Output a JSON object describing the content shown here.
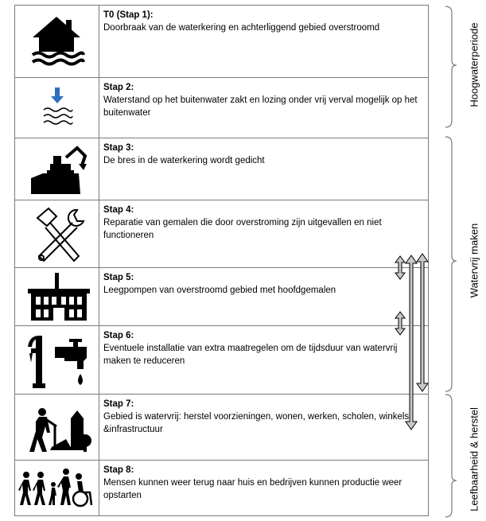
{
  "steps": [
    {
      "title": "T0 (Stap 1):",
      "text": "Doorbraak van de waterkering en achterliggend gebied overstroomd",
      "icon": "flooded-house-icon"
    },
    {
      "title": "Stap 2:",
      "text": "Waterstand op het buitenwater zakt en lozing onder vrij verval mogelijk op het buitenwater",
      "icon": "water-level-down-icon"
    },
    {
      "title": "Stap 3:",
      "text": "De bres in de waterkering wordt gedicht",
      "icon": "excavator-dike-icon"
    },
    {
      "title": "Stap 4:",
      "text": "Reparatie van gemalen die door overstroming zijn uitgevallen en niet functioneren",
      "icon": "hammer-wrench-icon"
    },
    {
      "title": "Stap 5:",
      "text": "Leegpompen van overstroomd gebied met hoofdgemalen",
      "icon": "pumping-station-icon"
    },
    {
      "title": "Stap 6:",
      "text": "Eventuele installatie van extra maatregelen om de tijdsduur van watervrij maken te reduceren",
      "icon": "pump-and-tap-icon"
    },
    {
      "title": "Stap 7:",
      "text": "Gebied is watervrij: herstel voorzieningen, wonen, werken, scholen, winkels &infrastructuur",
      "icon": "worker-rebuild-icon"
    },
    {
      "title": "Stap 8:",
      "text": "Mensen kunnen weer terug naar huis en bedrijven kunnen productie weer opstarten",
      "icon": "people-returning-icon"
    }
  ],
  "phases": [
    {
      "label": "Hoogwaterperiode"
    },
    {
      "label": "Watervrij  maken"
    },
    {
      "label": "Leefbaarheid & herstel"
    }
  ]
}
